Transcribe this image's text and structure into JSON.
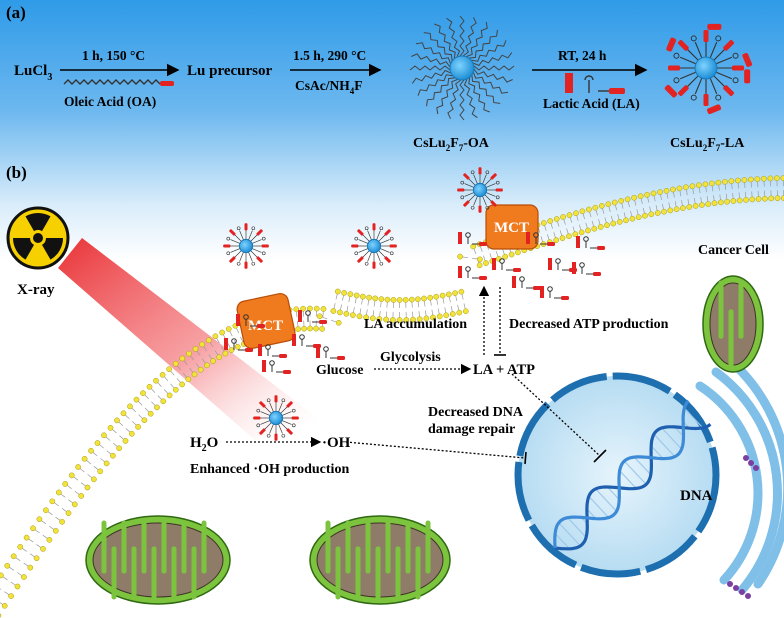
{
  "panel_a": {
    "label": "(a)",
    "reactant": "LuCl",
    "reactant_sub": "3",
    "step1_condition": "1 h, 150 °C",
    "step1_reagent": "Oleic Acid (OA)",
    "intermediate": "Lu precursor",
    "step2_condition": "1.5 h, 290 °C",
    "step2_reagent": "CsAc/NH",
    "step2_reagent_sub": "4",
    "step2_reagent_end": "F",
    "product1_a": "CsLu",
    "product1_sub1": "2",
    "product1_b": "F",
    "product1_sub2": "7",
    "product1_c": "-OA",
    "step3_condition": "RT, 24 h",
    "step3_reagent": "Lactic Acid (LA)",
    "product2_a": "CsLu",
    "product2_sub1": "2",
    "product2_b": "F",
    "product2_sub2": "7",
    "product2_c": "-LA"
  },
  "panel_b": {
    "label": "(b)",
    "xray_label": "X-ray",
    "cancer_cell_label": "Cancer Cell",
    "mct_label": "MCT",
    "la_accumulation": "LA accumulation",
    "decreased_atp": "Decreased ATP production",
    "glucose": "Glucose",
    "glycolysis": "Glycolysis",
    "la_atp": "LA + ATP",
    "decreased_dna_repair_line1": "Decreased DNA",
    "decreased_dna_repair_line2": "damage repair",
    "water": "H",
    "water_sub": "2",
    "water_end": "O",
    "hydroxyl": "·OH",
    "enhanced_oh": "Enhanced ·OH production",
    "dna_label": "DNA"
  },
  "colors": {
    "background_top": "#2f9be8",
    "background_mid": "#cfe6f8",
    "nanoparticle_core": "#1ea0e6",
    "ligand_red": "#e32222",
    "mct_orange": "#f07a1e",
    "mitochondria_green": "#7cc33e",
    "mitochondria_inner": "#8f7c68",
    "nucleus_blue": "#1e6fb0",
    "membrane_yellow": "#f2e33a",
    "xray_yellow": "#f7d000"
  }
}
